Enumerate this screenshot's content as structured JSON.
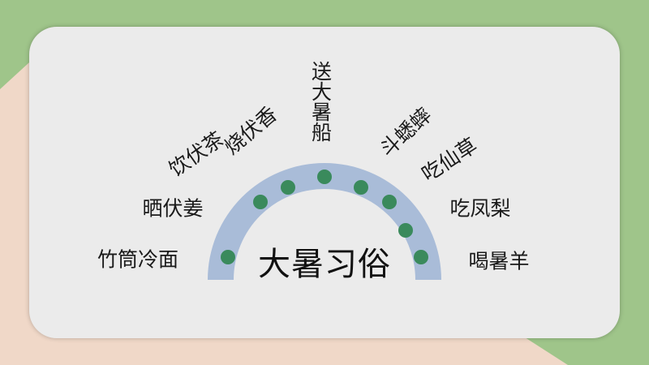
{
  "title": "大暑习俗",
  "customs": [
    {
      "label": "竹筒冷面"
    },
    {
      "label": "晒伏姜"
    },
    {
      "label": "饮伏茶"
    },
    {
      "label": "烧伏香"
    },
    {
      "label": "送大暑船"
    },
    {
      "label": "斗蟋蟀"
    },
    {
      "label": "吃仙草"
    },
    {
      "label": "吃凤梨"
    },
    {
      "label": "喝暑羊"
    }
  ],
  "colors": {
    "background_peach": "#f0d8c8",
    "background_green": "#9fc58a",
    "card": "#ebebeb",
    "arch": "#a9bcd8",
    "dot": "#3a8a5c",
    "text": "#1a1a1a"
  }
}
